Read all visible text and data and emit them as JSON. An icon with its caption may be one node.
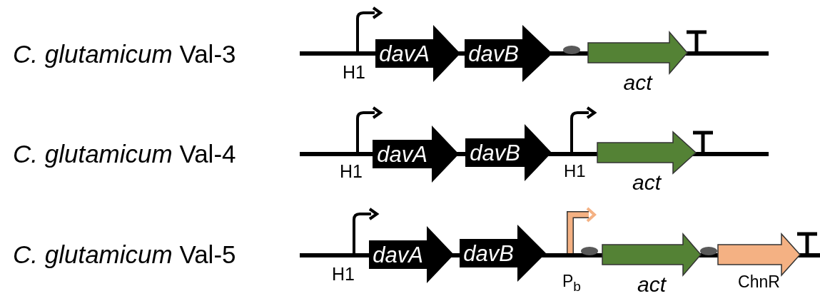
{
  "diagram": {
    "nodes": [
      {
        "text": [
          "davA"
        ]
      },
      {
        "text": [
          "davB"
        ]
      },
      {
        "text": [
          "act"
        ]
      },
      {
        "text": [
          "davA"
        ]
      },
      {
        "text": [
          "davB"
        ]
      },
      {
        "text": [
          "act"
        ]
      },
      {
        "text": [
          "davA"
        ]
      },
      {
        "text": [
          "davB"
        ]
      },
      {
        "text": [
          "act"
        ]
      },
      {
        "text": [
          "ChnR"
        ]
      }
    ],
    "edges": [],
    "labels": [
      "*C. glutamicum* Val-3",
      "H1",
      "*C. glutamicum* Val-4",
      "H1",
      "H1",
      "*C. glutamicum* Val-5",
      "H1",
      "P$_{b}$"
    ]
  }
}
